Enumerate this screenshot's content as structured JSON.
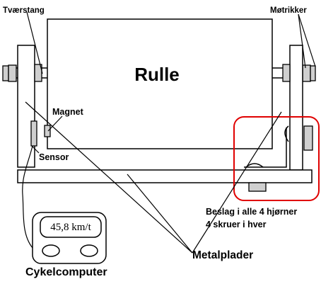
{
  "labels": {
    "crossbar": "Tværstang",
    "nuts": "Møtrikker",
    "roller": "Rulle",
    "magnet": "Magnet",
    "sensor": "Sensor",
    "brackets_line1": "Beslag i alle 4 hjørner",
    "brackets_line2": "4 skruer i hver",
    "metal_plates": "Metalplader",
    "bike_computer": "Cykelcomputer"
  },
  "computer": {
    "display_value": "45,8 km/t"
  },
  "colors": {
    "highlight": "#e00000",
    "stroke": "#000000",
    "part_fill": "#ffffff",
    "nut_fill": "#cfcfcf"
  }
}
